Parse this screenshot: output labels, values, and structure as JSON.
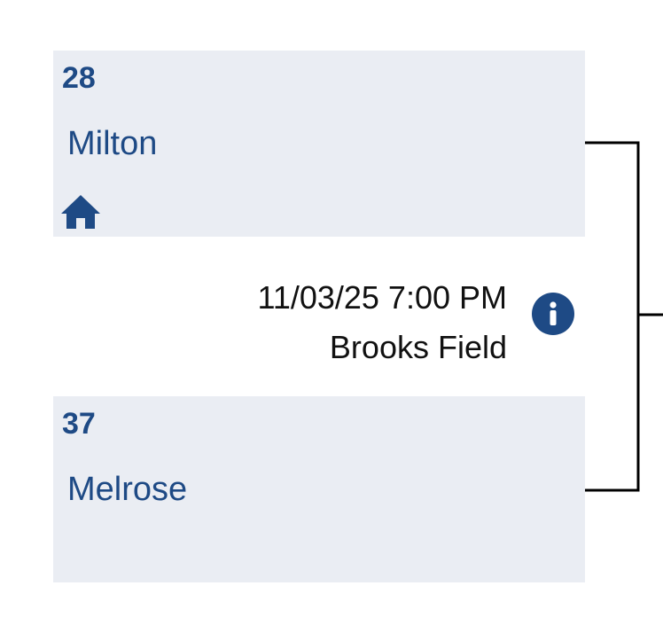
{
  "matchup": {
    "top_team": {
      "seed": "28",
      "name": "Milton",
      "home_icon": "home-icon"
    },
    "bottom_team": {
      "seed": "37",
      "name": "Melrose"
    },
    "game": {
      "datetime": "11/03/25 7:00 PM",
      "venue": "Brooks Field",
      "info_icon": "info-icon"
    }
  },
  "colors": {
    "accent": "#1e4a85",
    "card_background": "#eaedf3",
    "text": "#111111",
    "connector": "#000000"
  }
}
